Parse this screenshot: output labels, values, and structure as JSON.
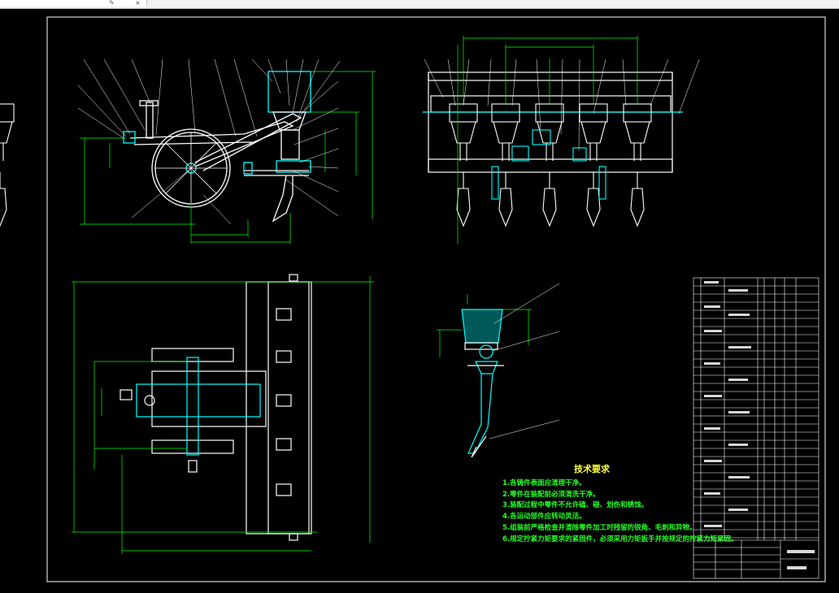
{
  "window": {
    "title_field": "",
    "icons": [
      "pencil-icon",
      "close-icon"
    ]
  },
  "drawing": {
    "background": "#000000",
    "frame_color": "#ffffff",
    "line_color": "#ffffff",
    "dimension_color": "#00ff00",
    "leader_color": "#00ffff",
    "title_text_color": "#ffff33"
  },
  "technical_requirements": {
    "title": "技术要求",
    "items": [
      "1.各铸件表面应清理干净。",
      "2.零件在装配前必须清洗干净。",
      "3.装配过程中零件不允许磕、碰、划伤和锈蚀。",
      "4.各运动部件应转动灵活。",
      "5.组装前严格检查并清除零件加工时残留的锐角、毛刺和异物。",
      "6.规定拧紧力矩要求的紧固件，必须采用力矩扳手并按规定的拧紧力矩紧固。"
    ]
  }
}
